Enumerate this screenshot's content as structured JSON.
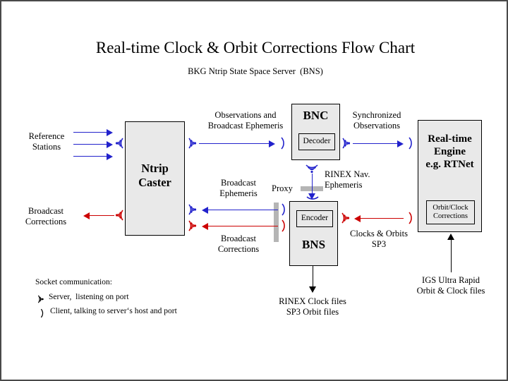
{
  "title": "Real-time Clock & Orbit Corrections Flow Chart",
  "subtitle": "BKG Ntrip State Space Server  (BNS)",
  "nodes": {
    "caster": {
      "label": "Ntrip\nCaster"
    },
    "bnc": {
      "label": "BNC",
      "inner": "Decoder"
    },
    "bns": {
      "label": "BNS",
      "inner": "Encoder"
    },
    "engine": {
      "label": "Real-time\nEngine\ne.g. RTNet",
      "inner": "Orbit/Clock\nCorrections"
    },
    "proxy": {
      "label": "Proxy"
    }
  },
  "labels": {
    "reference_stations": "Reference\nStations",
    "broadcast_corrections_left": "Broadcast\nCorrections",
    "observations_and_ephemeris": "Observations and\nBroadcast Ephemeris",
    "synchronized_observations": "Synchronized\nObservations",
    "rinex_nav_ephemeris": "RINEX Nav.\nEphemeris",
    "broadcast_ephemeris": "Broadcast\nEphemeris",
    "broadcast_corrections_mid": "Broadcast\nCorrections",
    "clocks_and_orbits_sp3": "Clocks & Orbits\nSP3",
    "rinex_clock_sp3_files": "RINEX Clock files\nSP3 Orbit files",
    "igs_ultra_rapid": "IGS Ultra Rapid\nOrbit & Clock files"
  },
  "legend": {
    "title": "Socket communication:",
    "server": "Server,  listening on port",
    "client": "Client, talking to server‘s host and port",
    "server_icon": "antenna-server-icon",
    "client_icon": "client-arc-icon"
  },
  "icons": {
    "server_antenna": "antenna-server-icon",
    "client_arc": "client-arc-icon"
  },
  "colors": {
    "blue": "#2222cc",
    "red": "#cc0000",
    "black": "#000000",
    "box_fill": "#e9e9e9",
    "proxy_gray": "#b5b5b5",
    "frame": "#4a4a4a"
  }
}
